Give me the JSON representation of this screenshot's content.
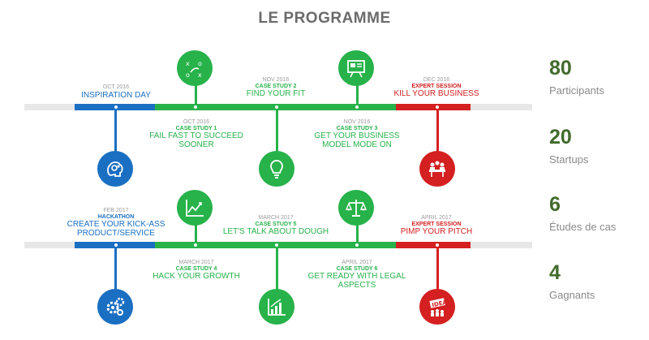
{
  "title": "LE PROGRAMME",
  "colors": {
    "blue": "#1a6fc2",
    "green": "#27b24a",
    "red": "#d42020",
    "track": "#e7e7e7",
    "stat": "#426b2c"
  },
  "row1": {
    "inspiration": {
      "date": "OCT 2016",
      "name": "INSPIRATION DAY",
      "icon": "brain-gears-icon"
    },
    "cs1": {
      "date": "OCT 2016",
      "kind": "CASE STUDY 1",
      "line1": "FAIL FAST TO SUCCEED",
      "line2": "SOONER",
      "icon": "strategy-play-icon"
    },
    "cs2": {
      "date": "NOV 2016",
      "kind": "CASE STUDY 2",
      "name": "FIND YOUR FIT",
      "icon": "lightbulb-icon"
    },
    "cs3": {
      "date": "NOV 2016",
      "kind": "CASE STUDY 3",
      "line1": "GET YOUR BUSINESS",
      "line2": "MODEL MODE ON",
      "icon": "presentation-board-icon"
    },
    "expert": {
      "date": "DEC 2016",
      "kind": "EXPERT SESSION",
      "name": "KILL YOUR BUSINESS",
      "icon": "meeting-table-icon"
    }
  },
  "row2": {
    "hackathon": {
      "date": "FEB 2017",
      "kind": "HACKATHON",
      "line1": "CREATE YOUR KICK-ASS",
      "line2": "PRODUCT/SERVICE",
      "icon": "gears-icon"
    },
    "cs4": {
      "date": "MARCH 2017",
      "kind": "CASE STUDY 4",
      "name": "HACK YOUR GROWTH",
      "icon": "line-chart-icon"
    },
    "cs5": {
      "date": "MARCH 2017",
      "kind": "CASE STUDY 5",
      "name": "LET'S TALK ABOUT DOUGH",
      "icon": "bar-chart-icon"
    },
    "cs6": {
      "date": "APRIL 2017",
      "kind": "CASE STUDY 6",
      "line1": "GET READY WITH LEGAL",
      "line2": "ASPECTS",
      "icon": "scales-icon"
    },
    "expert": {
      "date": "APRIL 2017",
      "kind": "EXPERT SESSION",
      "name": "PIMP YOUR PITCH",
      "icon": "idea-sign-icon"
    }
  },
  "stats": [
    {
      "value": "80",
      "label": "Participants"
    },
    {
      "value": "20",
      "label": "Startups"
    },
    {
      "value": "6",
      "label": "Études de cas"
    },
    {
      "value": "4",
      "label": "Gagnants"
    }
  ],
  "idea_text": "IDEA"
}
